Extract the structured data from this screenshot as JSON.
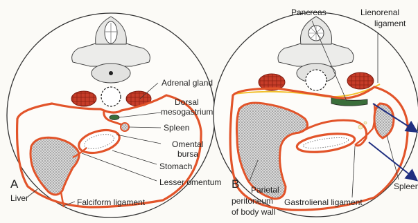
{
  "panel_a": {
    "letter": "A",
    "labels": {
      "adrenal": "Adrenal gland",
      "dorsal_1": "Dorsal",
      "dorsal_2": "mesogastrium",
      "spleen": "Spleen",
      "omental_1": "Omental",
      "omental_2": "bursa",
      "stomach": "Stomach",
      "lesser_omentum": "Lesser omentum",
      "liver": "Liver",
      "falciform": "Falciform ligament"
    }
  },
  "panel_b": {
    "letter": "B",
    "labels": {
      "pancreas": "Pancreas",
      "lienorenal_1": "Lienorenal",
      "lienorenal_2": "ligament",
      "parietal_1": "Parietal",
      "parietal_2": "peritoneum",
      "parietal_3": "of body wall",
      "gastrolienal": "Gastrolienal ligament",
      "spleen": "Spleen"
    }
  },
  "colors": {
    "peritoneum": "#e2542a",
    "kidney": "#c63c28",
    "pancreas": "#3a6e3a",
    "arrow": "#1f2f80",
    "organ_fill": "#b9b9b9"
  }
}
